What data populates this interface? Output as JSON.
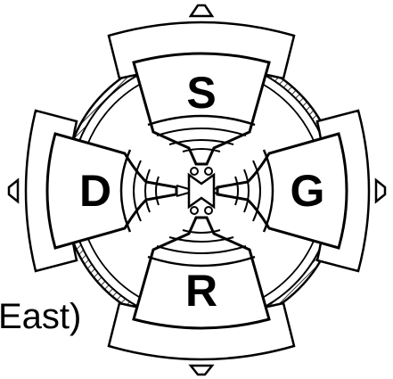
{
  "bells": [
    {
      "position": "top",
      "letter": "S"
    },
    {
      "position": "right",
      "letter": "G"
    },
    {
      "position": "bottom",
      "letter": "R"
    },
    {
      "position": "left",
      "letter": "D"
    }
  ],
  "caption": {
    "visible_text": "East)",
    "note_cropped_left": true
  },
  "colors": {
    "ink": "#000000",
    "paper": "#ffffff"
  }
}
